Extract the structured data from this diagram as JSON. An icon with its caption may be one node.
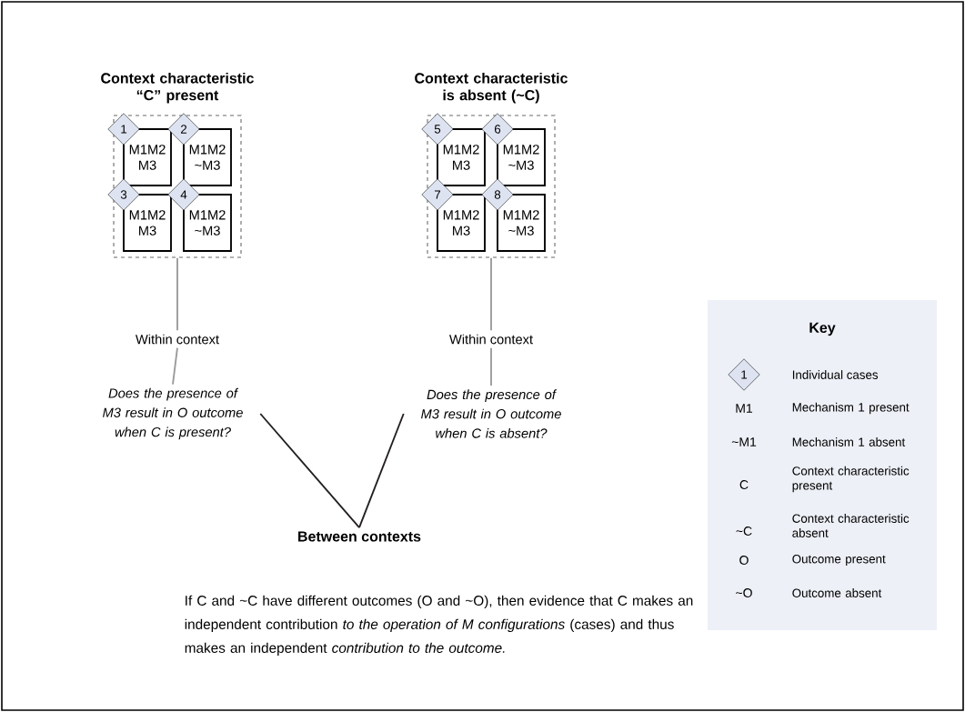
{
  "diagram": {
    "nodes": [
      {
        "text": [
          "Context characteristic “C” present"
        ]
      },
      {
        "text": [
          "1"
        ],
        "in": 0
      },
      {
        "text": [
          "M1M2 M3"
        ],
        "in": 0
      },
      {
        "text": [
          "2"
        ],
        "in": 0
      },
      {
        "text": [
          "M1M2 ~M3"
        ],
        "in": 0
      },
      {
        "text": [
          "3"
        ],
        "in": 0
      },
      {
        "text": [
          "M1M2 M3"
        ],
        "in": 0
      },
      {
        "text": [
          "4"
        ],
        "in": 0
      },
      {
        "text": [
          "M1M2 ~M3"
        ],
        "in": 0
      },
      {
        "text": [
          "Context characteristic is absent (~C)"
        ]
      },
      {
        "text": [
          "5"
        ],
        "in": 9
      },
      {
        "text": [
          "M1M2 M3"
        ],
        "in": 9
      },
      {
        "text": [
          "6"
        ],
        "in": 9
      },
      {
        "text": [
          "M1M2 ~M3"
        ],
        "in": 9
      },
      {
        "text": [
          "7"
        ],
        "in": 9
      },
      {
        "text": [
          "M1M2 M3"
        ],
        "in": 9
      },
      {
        "text": [
          "8"
        ],
        "in": 9
      },
      {
        "text": [
          "M1M2 ~M3"
        ],
        "in": 9
      },
      {
        "text": [
          "Within context"
        ]
      },
      {
        "text": [
          "Does the presence of M3 result in O outcome when C is present?"
        ]
      },
      {
        "text": [
          "Within context"
        ]
      },
      {
        "text": [
          "Does the presence of M3 result in O outcome when C is absent?"
        ]
      },
      {
        "text": [
          "Between contexts"
        ]
      },
      {
        "text": [
          "Key"
        ]
      },
      {
        "text": [
          "1"
        ],
        "in": 23
      }
    ],
    "edges": [
      {
        "from": 0,
        "to": 18,
        "arrow": "none"
      },
      {
        "from": 18,
        "to": 19,
        "arrow": "none"
      },
      {
        "from": 9,
        "to": 20,
        "arrow": "none"
      },
      {
        "from": 20,
        "to": 21,
        "arrow": "none"
      },
      {
        "from": 19,
        "to": 22,
        "arrow": "none",
        "color": "#231f20"
      },
      {
        "from": 21,
        "to": 22,
        "arrow": "none",
        "color": "#231f20"
      }
    ],
    "labels": [
      "Individual cases",
      "M1",
      "Mechanism 1 present",
      "~M1",
      "Mechanism 1 absent",
      "C",
      "Context characteristic present",
      "~C",
      "Context characteristic absent",
      "O",
      "Outcome present",
      "~O",
      "Outcome absent",
      "If C and ~C have different outcomes (O and ~O), then evidence that C makes an independent contribution *to the operation of M configurations* (cases) and thus makes an independent *contribution to the outcome.*"
    ]
  }
}
